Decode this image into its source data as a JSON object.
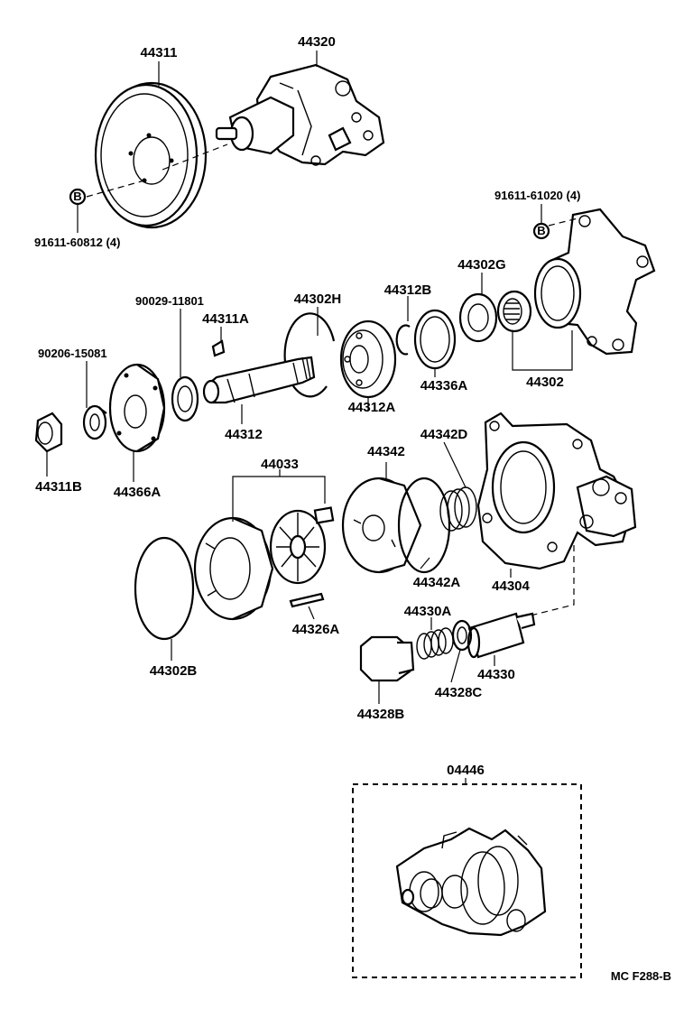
{
  "labels": {
    "p44311": "44311",
    "p44320": "44320",
    "p9161160812": "91611-60812 (4)",
    "p9161161020": "91611-61020 (4)",
    "p44302G": "44302G",
    "p9002911801": "90029-11801",
    "p44302H": "44302H",
    "p44312B": "44312B",
    "p44311A": "44311A",
    "p9020615081": "90206-15081",
    "p44336A": "44336A",
    "p44302": "44302",
    "p44312A": "44312A",
    "p44312": "44312",
    "p44311B": "44311B",
    "p44366A": "44366A",
    "p44033": "44033",
    "p44342": "44342",
    "p44342D": "44342D",
    "p44342A": "44342A",
    "p44304": "44304",
    "p44326A": "44326A",
    "p44330A": "44330A",
    "p44302B": "44302B",
    "p44328C": "44328C",
    "p44330": "44330",
    "p44328B": "44328B",
    "p04446": "04446",
    "figure_code": "MC F288-B"
  },
  "markers": {
    "bolt_b": "B"
  }
}
